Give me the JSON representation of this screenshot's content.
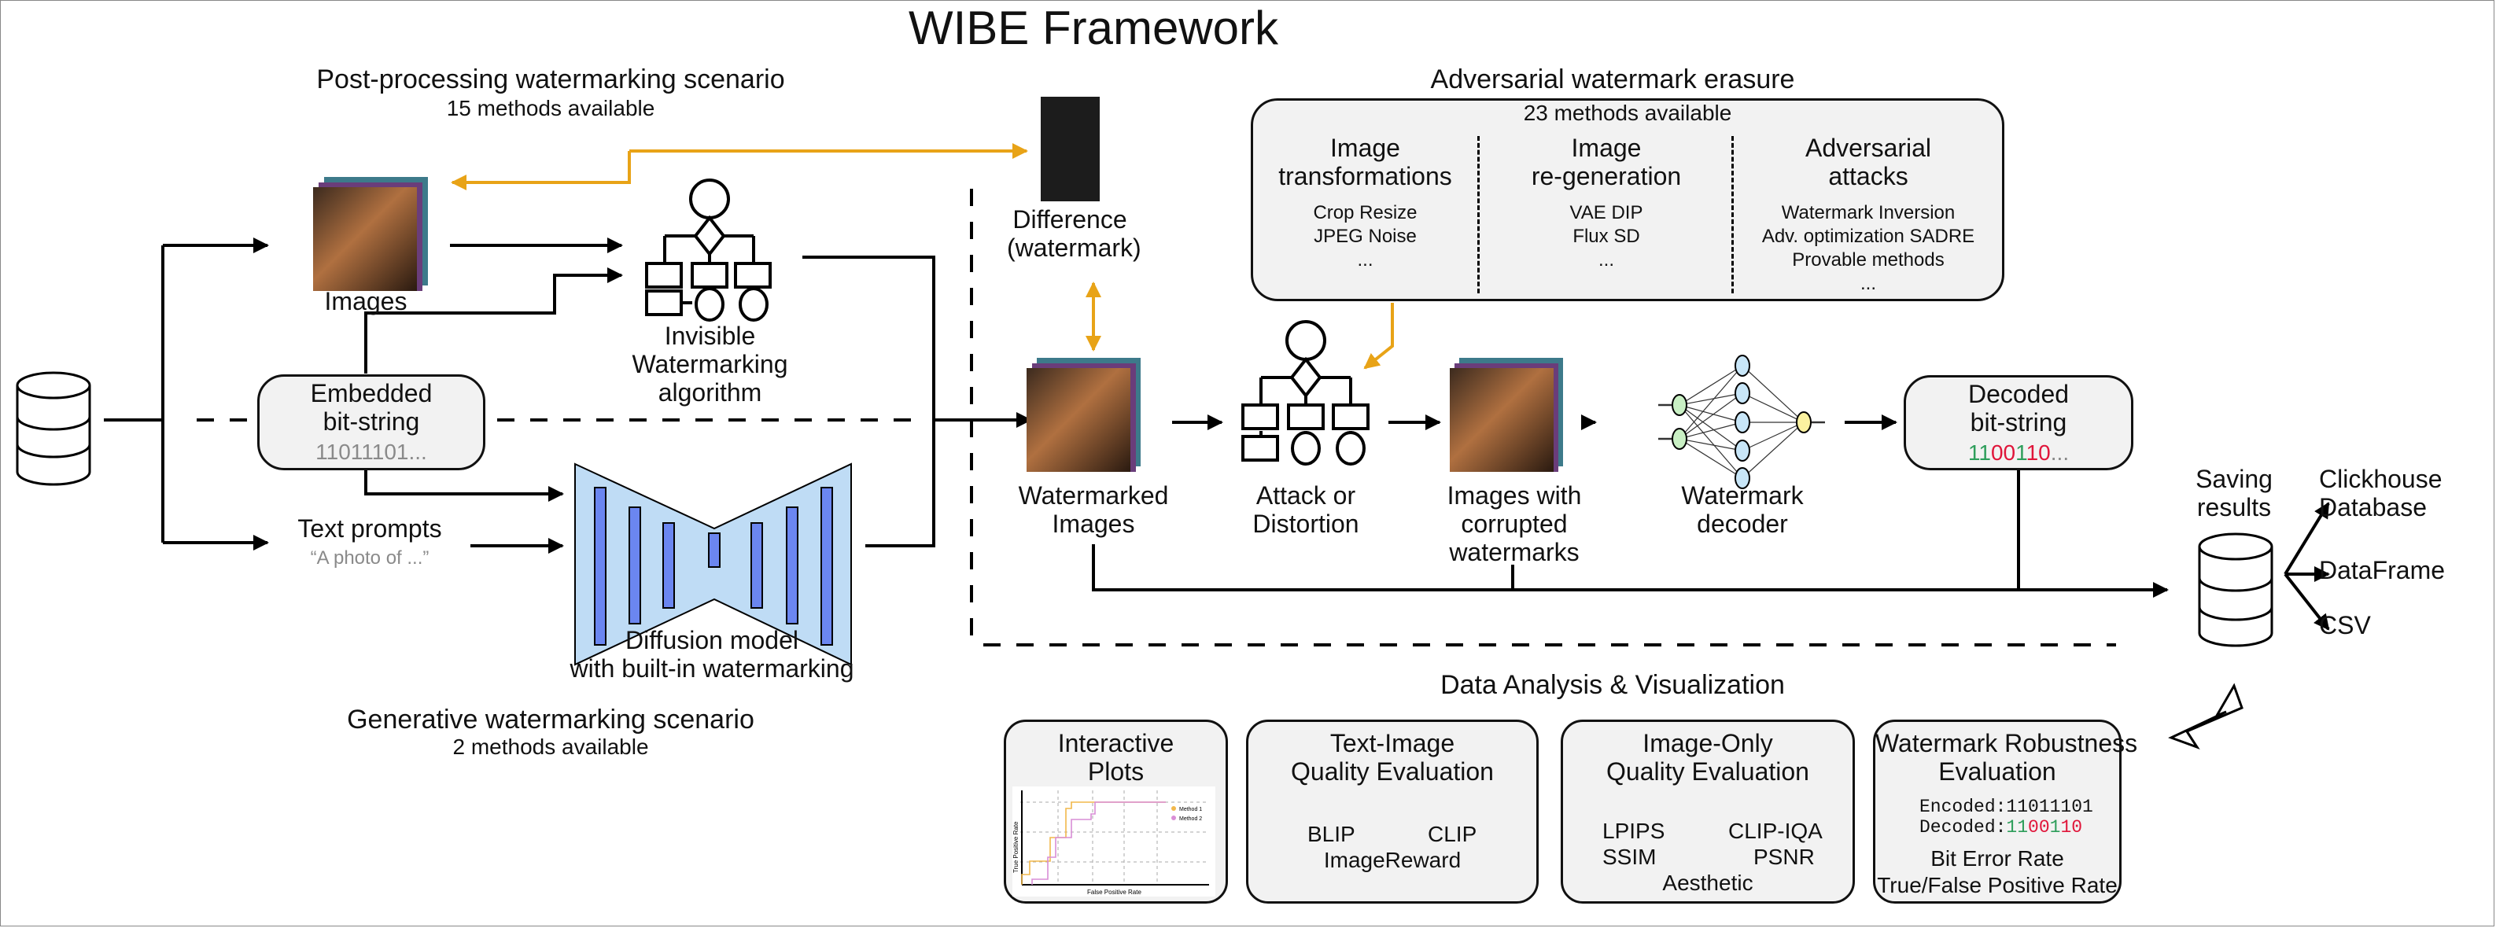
{
  "title": "WIBE Framework",
  "post_processing": {
    "title": "Post-processing watermarking scenario",
    "subtitle": "15 methods available",
    "images_label": "Images",
    "algorithm_label": [
      "Invisible",
      "Watermarking",
      "algorithm"
    ]
  },
  "embedded": {
    "title": [
      "Embedded",
      "bit-string"
    ],
    "bits": "11011101..."
  },
  "generative": {
    "prompts_label": "Text prompts",
    "prompts_example": "“A photo of ...”",
    "model_label": [
      "Diffusion model",
      "with built-in watermarking"
    ],
    "title": "Generative watermarking scenario",
    "subtitle": "2 methods available"
  },
  "difference": {
    "label": [
      "Difference",
      "(watermark)"
    ]
  },
  "erasure": {
    "title": "Adversarial watermark erasure",
    "subtitle": "23 methods available",
    "columns": [
      {
        "title": [
          "Image",
          "transformations"
        ],
        "items": [
          "Crop  Resize",
          "JPEG   Noise",
          "..."
        ]
      },
      {
        "title": [
          "Image",
          "re-generation"
        ],
        "items": [
          "VAE  DIP",
          "Flux  SD",
          "..."
        ]
      },
      {
        "title": [
          "Adversarial",
          "attacks"
        ],
        "items": [
          "Watermark Inversion",
          "Adv. optimization  SADRE",
          "Provable methods",
          "..."
        ]
      }
    ]
  },
  "pipeline": {
    "watermarked": [
      "Watermarked",
      "Images"
    ],
    "attack": [
      "Attack or",
      "Distortion"
    ],
    "corrupted": [
      "Images with",
      "corrupted",
      "watermarks"
    ],
    "decoder": [
      "Watermark",
      "decoder"
    ]
  },
  "decoded": {
    "title": [
      "Decoded",
      "bit-string"
    ],
    "bits": [
      {
        "text": "11",
        "status": "match"
      },
      {
        "text": "00",
        "status": "mismatch"
      },
      {
        "text": "1",
        "status": "match"
      },
      {
        "text": "10",
        "status": "mismatch"
      },
      {
        "text": "...",
        "status": "neutral"
      }
    ]
  },
  "saving": {
    "label": [
      "Saving",
      "results"
    ],
    "targets": [
      "Clickhouse\nDatabase",
      "DataFrame",
      "CSV"
    ]
  },
  "analysis": {
    "title": "Data Analysis & Visualization",
    "cards": [
      {
        "title": [
          "Interactive",
          "Plots"
        ],
        "plot": {
          "xlabel": "False Positive Rate",
          "ylabel": "True Positive Rate",
          "legend": [
            "Method 1",
            "Method 2"
          ]
        }
      },
      {
        "title": [
          "Text-Image",
          "Quality Evaluation"
        ],
        "items": [
          "BLIP",
          "CLIP",
          "ImageReward"
        ]
      },
      {
        "title": [
          "Image-Only",
          "Quality Evaluation"
        ],
        "items": [
          "LPIPS",
          "CLIP-IQA",
          "SSIM",
          "PSNR",
          "Aesthetic"
        ]
      },
      {
        "title": [
          "Watermark Robustness",
          "Evaluation"
        ],
        "encoded_label": "Encoded:",
        "encoded": "11011101",
        "decoded_label": "Decoded:",
        "decoded": [
          {
            "text": "11",
            "status": "match"
          },
          {
            "text": "00",
            "status": "mismatch"
          },
          {
            "text": "1",
            "status": "match"
          },
          {
            "text": "10",
            "status": "mismatch"
          }
        ],
        "metrics": [
          "Bit Error Rate",
          "True/False Positive Rate"
        ]
      }
    ]
  },
  "colors": {
    "accent": "#e8a317",
    "match": "#2e9e5b",
    "mismatch": "#e0153a",
    "box_fill": "#f2f2f2",
    "unet_fill": "#bfdcf5",
    "unet_bar": "#6b86f0"
  }
}
